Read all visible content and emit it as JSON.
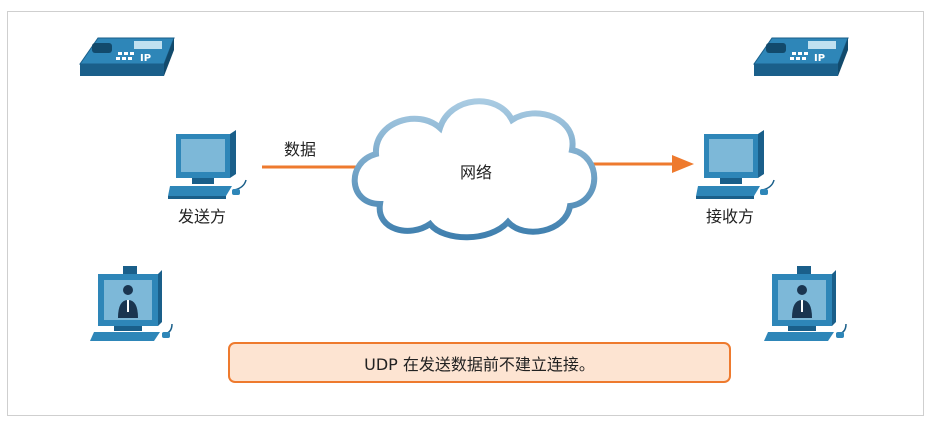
{
  "diagram": {
    "data_label": "数据",
    "network_label": "网络",
    "sender_label": "发送方",
    "receiver_label": "接收方",
    "phone_tag": "IP",
    "note": "UDP 在发送数据前不建立连接。"
  },
  "colors": {
    "device_dark": "#1a5f8a",
    "device_mid": "#2e86b8",
    "device_light": "#7db8d8",
    "arrow": "#ee7a2e",
    "cloud_outline": "#5d97bd",
    "note_bg": "#fde4d2",
    "note_border": "#ee7a2e"
  },
  "icons": [
    "ip-phone-icon",
    "computer-icon",
    "video-terminal-icon",
    "cloud-icon"
  ]
}
